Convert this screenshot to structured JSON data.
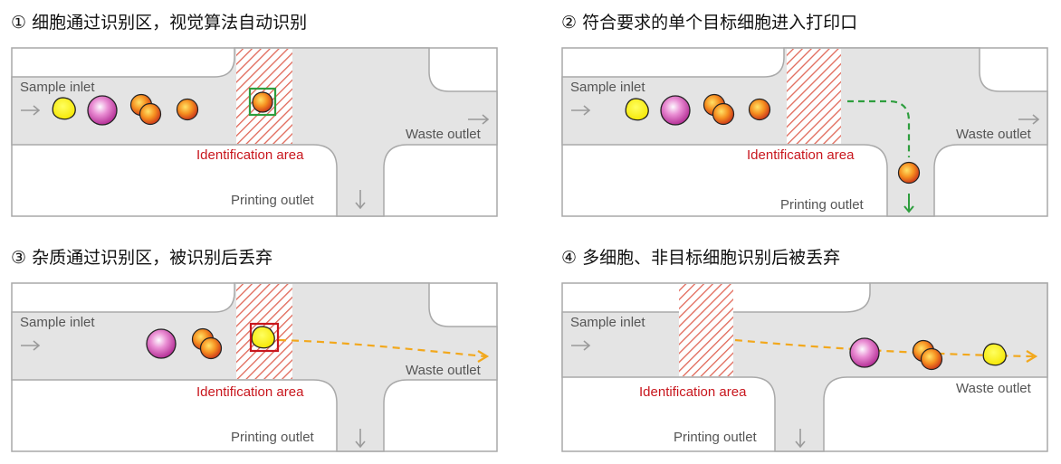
{
  "labels": {
    "sample_inlet": "Sample inlet",
    "waste_outlet": "Waste outlet",
    "printing_outlet": "Printing outlet",
    "identification_area": "Identification area"
  },
  "panels": [
    {
      "title": "① 细胞通过识别区，视觉算法自动识别"
    },
    {
      "title": "② 符合要求的单个目标细胞进入打印口"
    },
    {
      "title": "③ 杂质通过识别区，被识别后丢弃"
    },
    {
      "title": "④ 多细胞、非目标细胞识别后被丢弃"
    }
  ],
  "colors": {
    "channel": "#e4e4e4",
    "wall": "#a9a9a9",
    "identification": "#e06050",
    "label_red": "#c8161d",
    "select_green": "#2e9e3e",
    "reject_red": "#c8161d",
    "target_path": "#2e9e3e",
    "waste_path": "#f2a81d",
    "arrow_gray": "#9a9a9a"
  }
}
